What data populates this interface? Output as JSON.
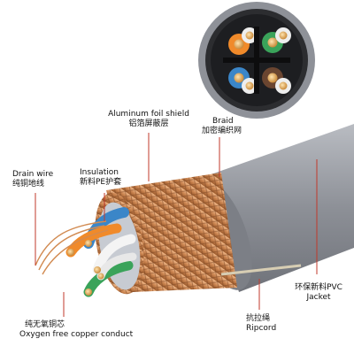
{
  "labels": {
    "aluminum_foil_shield_en": "Aluminum foil shield",
    "aluminum_foil_shield_cn": "铝箔屏蔽层",
    "braid_en": "Braid",
    "braid_cn": "加密编织网",
    "drain_wire_en": "Drain wire",
    "drain_wire_cn": "纯铜地线",
    "insulation_en": "Insulation",
    "insulation_cn": "新料PE护套",
    "jacket_cn": "环保新料PVC",
    "jacket_en": "Jacket",
    "ripcord_cn": "抗拉绳",
    "ripcord_en": "Ripcord",
    "conductor_cn": "纯无氧铜芯",
    "conductor_en": "Oxygen free copper conduct"
  },
  "colors": {
    "jacket": "#8e9198",
    "braid": "#c9834f",
    "foil": "#b8bcc4",
    "callout_line": "#c0392b"
  }
}
